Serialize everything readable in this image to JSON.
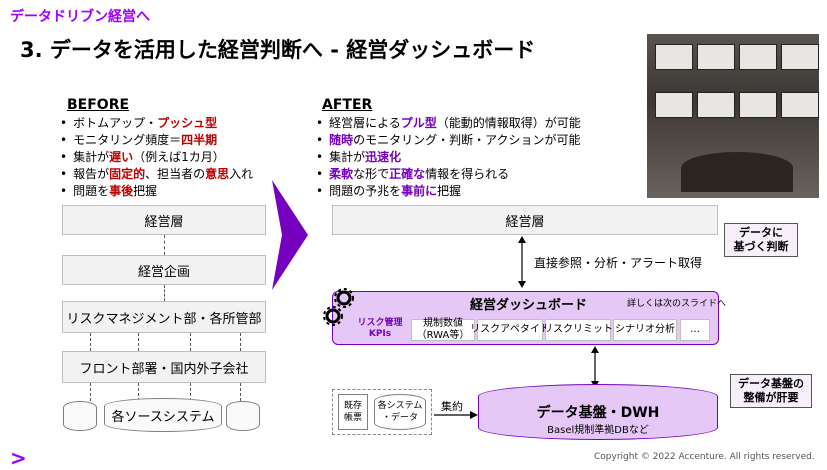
{
  "header": {
    "kicker": "データドリブン経営へ",
    "title": "3. データを活用した経営判断へ - 経営ダッシュボード"
  },
  "before": {
    "label": "BEFORE",
    "bullets": [
      {
        "a": "ボトムアップ・",
        "em": "プッシュ型",
        "b": ""
      },
      {
        "a": "モニタリング頻度＝",
        "em": "四半期",
        "b": ""
      },
      {
        "a": "集計が",
        "em": "遅い",
        "b": "（例えば1カ月）"
      },
      {
        "a": "報告が",
        "em": "固定的",
        "b": "、担当者の",
        "em2": "意思",
        "c": "入れ"
      },
      {
        "a": "問題を",
        "em": "事後",
        "b": "把握"
      }
    ],
    "layers": [
      "経営層",
      "経営企画",
      "リスクマネジメント部・各所管部",
      "フロント部署・国内外子会社",
      "各ソースシステム"
    ]
  },
  "after": {
    "label": "AFTER",
    "bullets": [
      {
        "a": "経営層による",
        "em": "プル型",
        "b": "（能動的情報取得）が可能"
      },
      {
        "a": "",
        "em": "随時",
        "b": "のモニタリング・判断・アクションが可能"
      },
      {
        "a": "集計が",
        "em": "迅速化",
        "b": ""
      },
      {
        "a": "",
        "em": "柔軟",
        "b": "な形で",
        "em2": "正確な",
        "c": "情報を得られる"
      },
      {
        "a": "問題の予兆を",
        "em": "事前に",
        "b": "把握"
      }
    ],
    "top_box": "経営層",
    "link_label": "直接参照・分析・アラート取得",
    "dashboard": {
      "title": "経営ダッシュボード",
      "note": "詳しくは次のスライドへ",
      "kpi_label": "リスク管理\nKPIs",
      "cells": [
        "規制数値\n（RWA等）",
        "リスクアペタイト",
        "リスクリミット",
        "シナリオ分析",
        "…"
      ]
    },
    "sources": [
      "既存\n帳票",
      "各システム\n・データ"
    ],
    "aggregate_label": "集約",
    "dwh_title": "データ基盤・DWH",
    "dwh_sub": "Basel規制準拠DBなど",
    "callout_top": "データに\n基づく判断",
    "callout_bottom": "データ基盤の\n整備が肝要"
  },
  "footer": {
    "copyright": "Copyright © 2022 Accenture. All rights reserved.",
    "logo_glyph": ">"
  },
  "colors": {
    "accent": "#a100ff",
    "emphasis_red": "#c00000",
    "emphasis_purple": "#7500c0",
    "dashboard_fill": "#e6c8f6"
  }
}
